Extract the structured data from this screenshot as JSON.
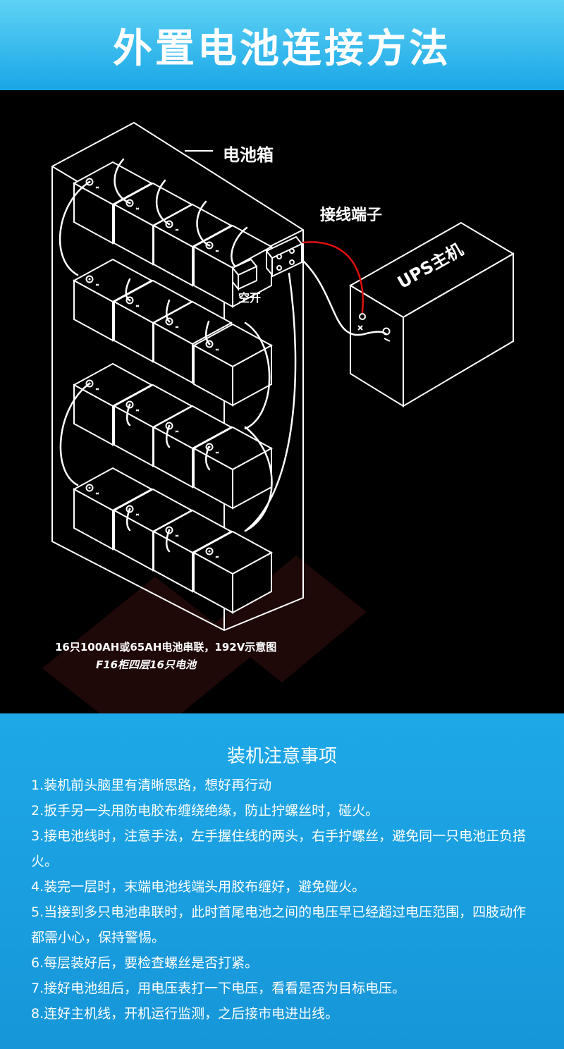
{
  "header": {
    "title": "外置电池连接方法"
  },
  "diagram": {
    "battery_box_label": "电池箱",
    "terminal_label": "接线端子",
    "breaker_label": "空开",
    "ups_label": "UPS主机",
    "caption_line1": "16只100AH或65AH电池串联，192V示意图",
    "caption_line2": "F16柜四层16只电池"
  },
  "notes": {
    "title": "装机注意事项",
    "items": [
      "1.装机前头脑里有清晰思路，想好再行动",
      "2.扳手另一头用防电胶布缠绕绝缘，防止拧螺丝时，碰火。",
      "3.接电池线时，注意手法，左手握住线的两头，右手拧螺丝，避免同一只电池正负搭火。",
      "4.装完一层时，末端电池线端头用胶布缠好，避免碰火。",
      "5.当接到多只电池串联时，此时首尾电池之间的电压早已经超过电压范围，四肢动作都需小心，保持警惕。",
      "6.每层装好后，要检查螺丝是否打紧。",
      "7.接好电池组后，用电压表打一下电压，看看是否为目标电压。",
      "8.连好主机线，开机运行监测，之后接市电进出线。"
    ]
  },
  "colors": {
    "header_top": "#5fd2f5",
    "header_bottom": "#19a6e6",
    "notes_bg": "#1ea8e8",
    "red_wire": "#e01010"
  }
}
